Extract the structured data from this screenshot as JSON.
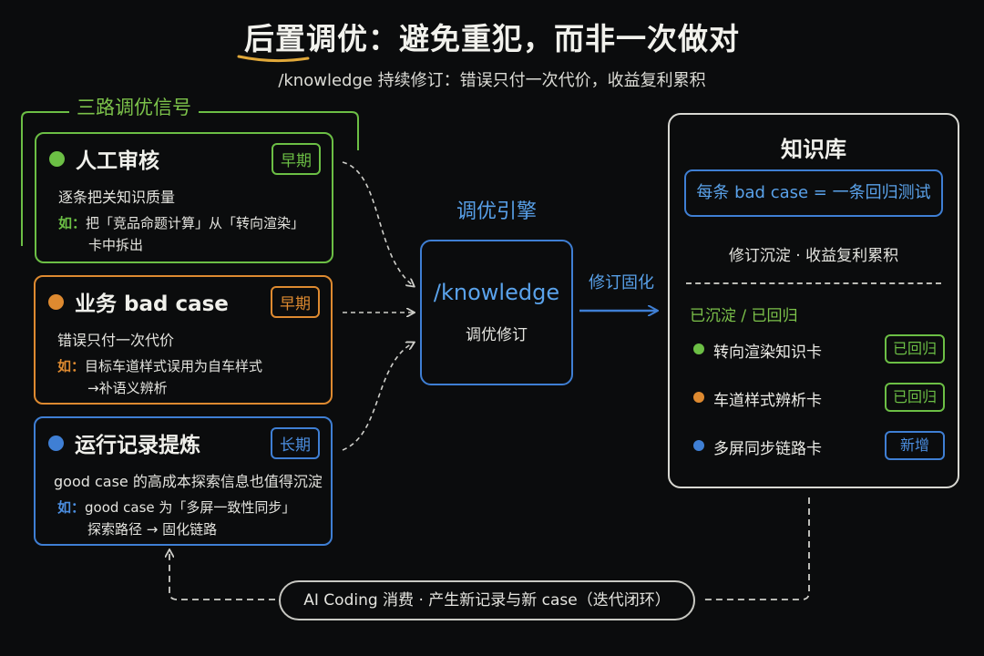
{
  "header": {
    "title": "后置调优：避免重犯，而非一次做对",
    "subtitle": "/knowledge 持续修订：错误只付一次代价，收益复利累积"
  },
  "signals": {
    "group_label": "三路调优信号",
    "cards": [
      {
        "title": "人工审核",
        "badge": "早期",
        "desc": "逐条把关知识质量",
        "example_label": "如：",
        "example_line1": "把「竞品命题计算」从「转向渲染」",
        "example_line2": "卡中拆出",
        "color": "#6cbf45"
      },
      {
        "title": "业务 bad case",
        "badge": "早期",
        "desc": "错误只付一次代价",
        "example_label": "如：",
        "example_line1": "目标车道样式误用为自车样式",
        "example_line2": "→补语义辨析",
        "color": "#de8a30"
      },
      {
        "title": "运行记录提炼",
        "badge": "长期",
        "desc": "good case 的高成本探索信息也值得沉淀",
        "example_label": "如：",
        "example_line1": "good case 为「多屏一致性同步」",
        "example_line2": "探索路径 → 固化链路",
        "color": "#3f7fd4"
      }
    ]
  },
  "engine": {
    "label": "调优引擎",
    "command": "/knowledge",
    "subtitle": "调优修订",
    "arrow_label": "修订固化"
  },
  "knowledge_base": {
    "title": "知识库",
    "rule": "每条 bad case = 一条回归测试",
    "note": "修订沉淀 · 收益复利累积",
    "section_label": "已沉淀 / 已回归",
    "items": [
      {
        "label": "转向渲染知识卡",
        "tag": "已回归",
        "dot_color": "#6cbf45",
        "tag_color": "#6cbf45"
      },
      {
        "label": "车道样式辨析卡",
        "tag": "已回归",
        "dot_color": "#de8a30",
        "tag_color": "#6cbf45"
      },
      {
        "label": "多屏同步链路卡",
        "tag": "新增",
        "dot_color": "#3f7fd4",
        "tag_color": "#3f7fd4"
      }
    ]
  },
  "loop": {
    "text": "AI Coding 消费 · 产生新记录与新 case（迭代闭环）"
  }
}
